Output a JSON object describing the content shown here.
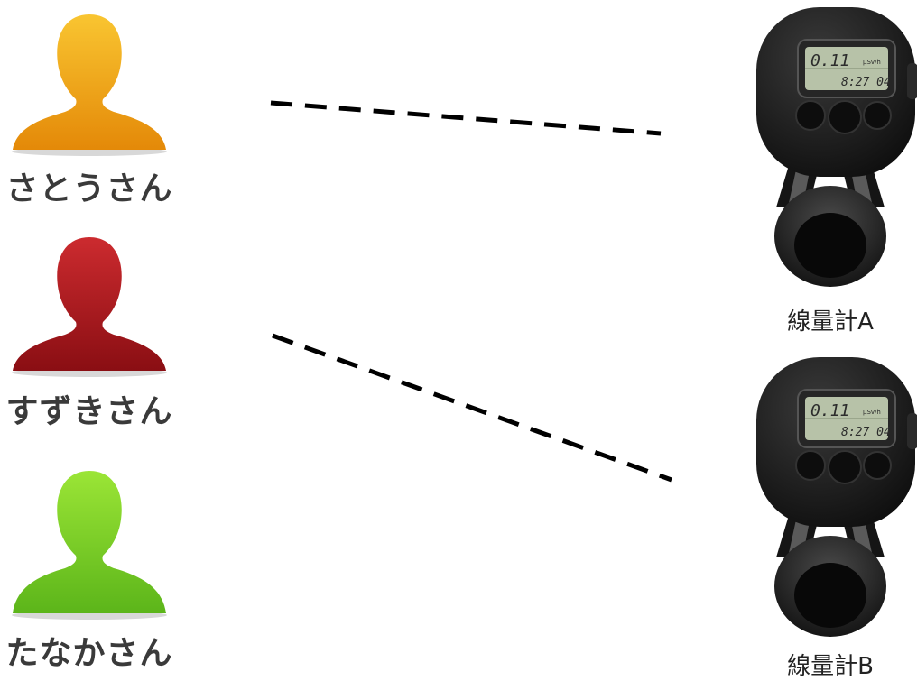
{
  "people": [
    {
      "name": "さとうさん",
      "color_top": "#f7b620",
      "color_bottom": "#e58c0a",
      "icon": "person-icon"
    },
    {
      "name": "すずきさん",
      "color_top": "#c4252a",
      "color_bottom": "#8e1015",
      "icon": "person-icon"
    },
    {
      "name": "たなかさん",
      "color_top": "#8fdc2a",
      "color_bottom": "#5fb81a",
      "icon": "person-icon"
    }
  ],
  "meters": [
    {
      "label": "線量計A",
      "display_top": "0.11",
      "display_unit": "μSv/h",
      "display_bottom": "8:27 04",
      "icon": "dosimeter-icon"
    },
    {
      "label": "線量計B",
      "display_top": "0.11",
      "display_unit": "μSv/h",
      "display_bottom": "8:27 04",
      "icon": "dosimeter-icon"
    }
  ],
  "links": [
    {
      "from": "さとうさん",
      "to": "線量計A",
      "style": "dashed"
    },
    {
      "from": "すずきさん",
      "to": "線量計B",
      "style": "dashed"
    }
  ]
}
